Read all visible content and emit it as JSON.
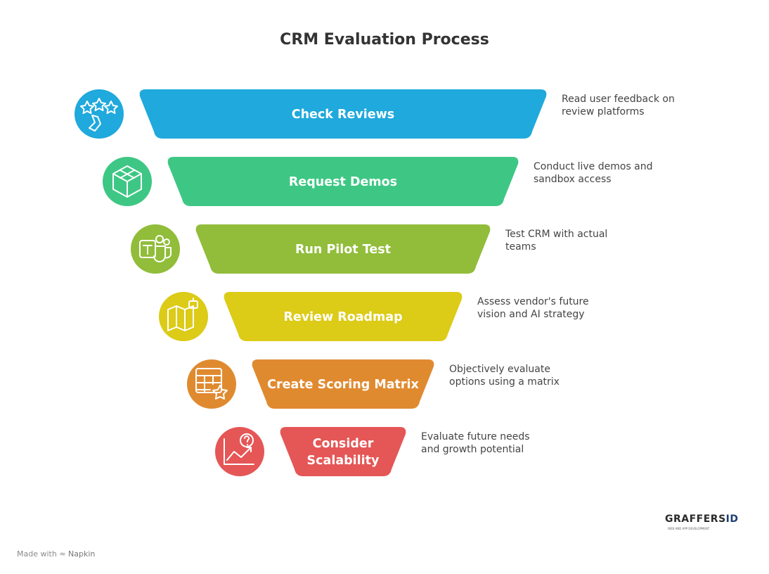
{
  "title": "CRM Evaluation Process",
  "stages": [
    {
      "label": "Check Reviews",
      "description": "Read user feedback on\nreview platforms",
      "color": "#1fa9dc",
      "icon": "star-rating-hand-icon"
    },
    {
      "label": "Request Demos",
      "description": "Conduct live demos and\nsandbox access",
      "color": "#3ec784",
      "icon": "3d-cube-icon"
    },
    {
      "label": "Run Pilot Test",
      "description": "Test CRM with actual\nteams",
      "color": "#91bd3a",
      "icon": "teams-icon"
    },
    {
      "label": "Review Roadmap",
      "description": "Assess vendor's future\nvision and AI strategy",
      "color": "#dccb17",
      "icon": "map-robot-icon"
    },
    {
      "label": "Create Scoring Matrix",
      "description": "Objectively evaluate\noptions using a matrix",
      "color": "#e08a30",
      "icon": "table-star-icon"
    },
    {
      "label": "Consider Scalability",
      "label_lines": [
        "Consider",
        "Scalability"
      ],
      "description": "Evaluate future needs\nand growth potential",
      "color": "#e55656",
      "icon": "growth-question-icon"
    }
  ],
  "footer": {
    "made_with": "Made with",
    "brand": "Napkin"
  },
  "logo": {
    "part1": "GRAFFERS",
    "part2": "ID",
    "tagline": "WEB AND APP DEVELOPMENT"
  }
}
